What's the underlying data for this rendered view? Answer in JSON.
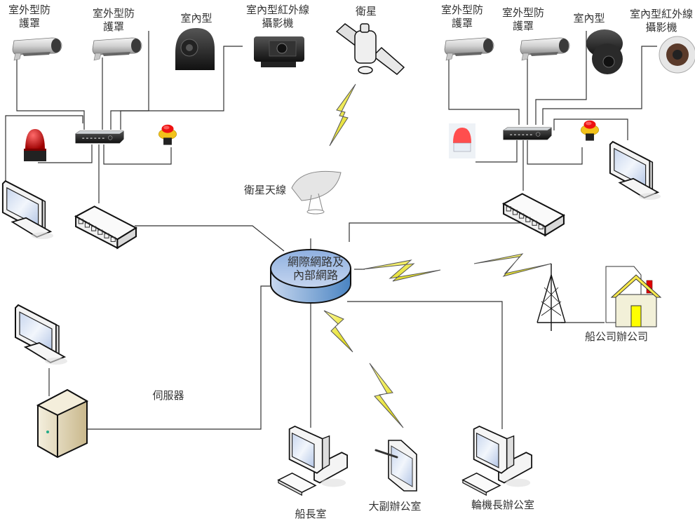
{
  "title": "船舶監控網路架構圖",
  "colors": {
    "line": "#333333",
    "cloud_top": "#a9c1e6",
    "cloud_side": "#5b8fc6",
    "lightning": "#f0ef2a",
    "house_wall": "#f2f0d8",
    "house_roof": "#f7e84b",
    "house_door": "#ffff00",
    "chimney": "#e00000",
    "alarm_red": "#d81a1a",
    "server_body": "#e8dfc4"
  },
  "left_cluster": {
    "cameras": [
      {
        "line1": "室外型防",
        "line2": "護罩",
        "icon": "outdoor-housing-camera-icon"
      },
      {
        "line1": "室外型防",
        "line2": "護罩",
        "icon": "outdoor-housing-camera-icon"
      },
      {
        "line1": "室內型",
        "line2": "",
        "icon": "indoor-camera-icon"
      },
      {
        "line1": "室內型紅外線",
        "line2": "攝影機",
        "icon": "infrared-camera-icon"
      }
    ],
    "devices": [
      "alarm-light-icon",
      "dvr-icon",
      "emergency-button-icon",
      "monitor-icon",
      "network-switch-icon"
    ]
  },
  "right_cluster": {
    "cameras": [
      {
        "line1": "室外型防",
        "line2": "護罩",
        "icon": "outdoor-housing-camera-icon"
      },
      {
        "line1": "室外型防",
        "line2": "護罩",
        "icon": "outdoor-housing-camera-icon"
      },
      {
        "line1": "室內型",
        "line2": "",
        "icon": "dome-camera-icon"
      },
      {
        "line1": "室內型紅外線",
        "line2": "攝影機",
        "icon": "infrared-bullet-camera-icon"
      }
    ],
    "devices": [
      "alarm-light-icon",
      "dvr-icon",
      "emergency-button-icon",
      "monitor-icon",
      "network-switch-icon"
    ]
  },
  "satellite": {
    "label": "衛星"
  },
  "antenna": {
    "label": "衛星天線"
  },
  "network": {
    "line1": "網際網路及",
    "line2": "內部網路"
  },
  "server": {
    "label": "伺服器"
  },
  "company_office": {
    "label": "船公司辦公司"
  },
  "bottom_nodes": [
    {
      "label": "船長室",
      "icon": "desktop-computer-icon"
    },
    {
      "label": "大副辦公室",
      "icon": "tablet-icon"
    },
    {
      "label": "輪機長辦公室",
      "icon": "desktop-computer-icon"
    }
  ]
}
